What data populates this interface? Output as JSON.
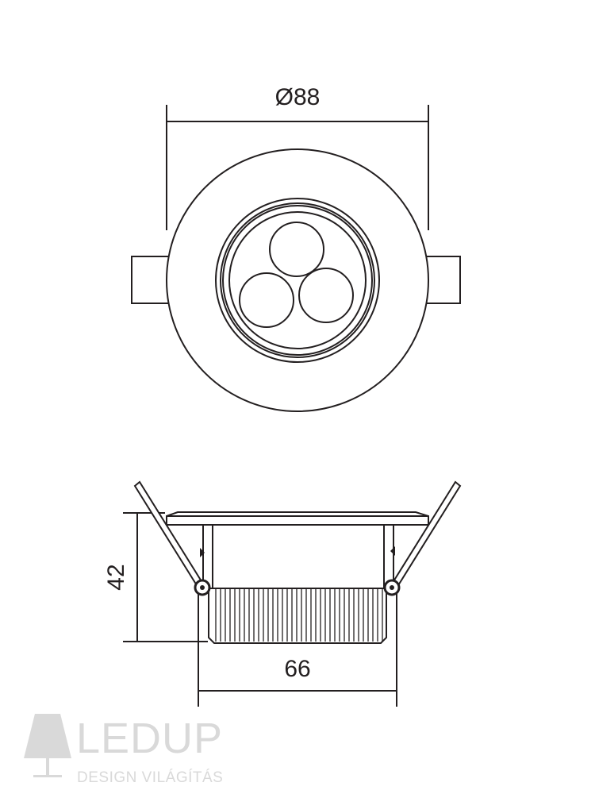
{
  "top_view": {
    "diameter_label": "Ø88"
  },
  "side_view": {
    "height_label": "42",
    "width_label": "66"
  },
  "logo": {
    "brand": "LEDUP",
    "tagline": "DESIGN VILÁGÍTÁS"
  },
  "colors": {
    "line": "#231f20",
    "logo": "#d9d9d9"
  }
}
